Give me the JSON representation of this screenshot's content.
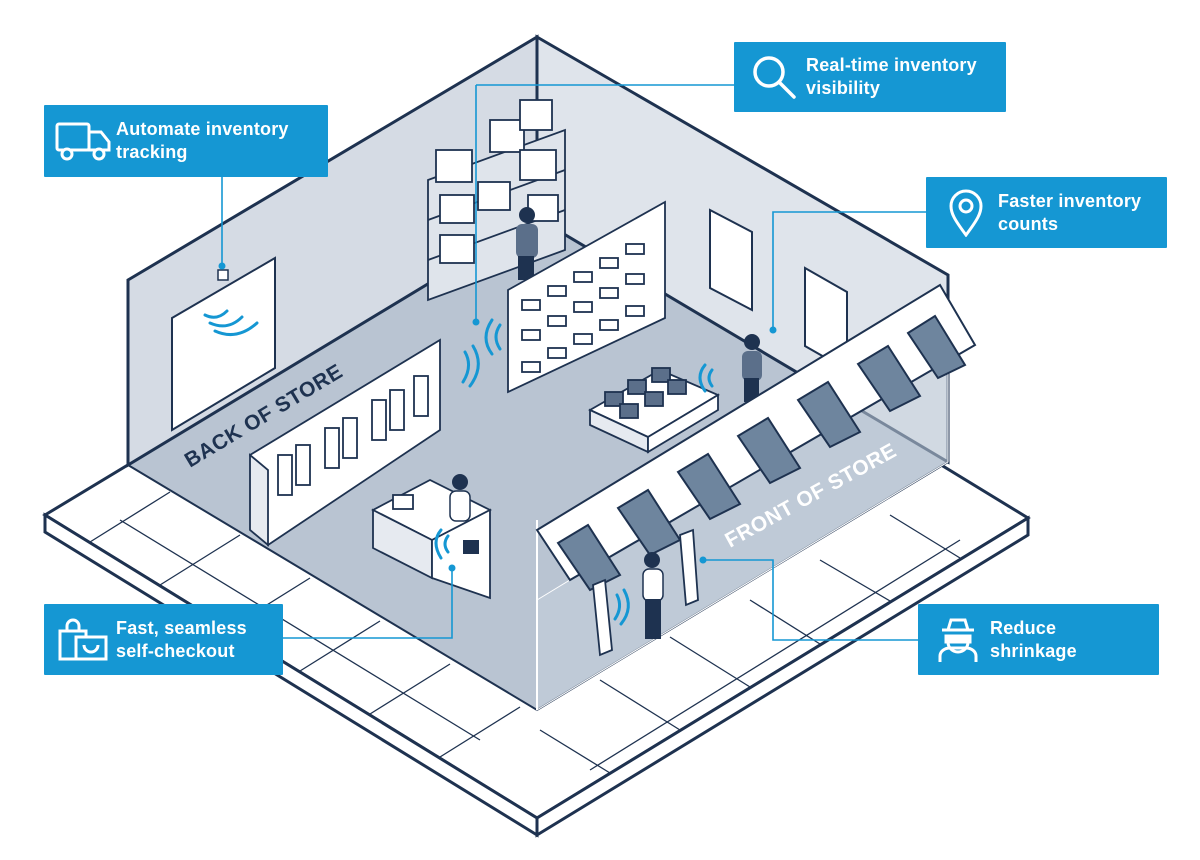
{
  "zones": {
    "back": "BACK OF STORE",
    "front": "FRONT OF STORE"
  },
  "callouts": {
    "tracking": {
      "line1": "Automate inventory",
      "line2": "tracking",
      "icon": "truck-icon"
    },
    "visibility": {
      "line1": "Real-time inventory",
      "line2": "visibility",
      "icon": "magnifier-icon"
    },
    "counts": {
      "line1": "Faster inventory",
      "line2": "counts",
      "icon": "location-pin-icon"
    },
    "checkout": {
      "line1": "Fast, seamless",
      "line2": "self-checkout",
      "icon": "shopping-bags-icon"
    },
    "shrinkage": {
      "line1": "Reduce",
      "line2": "shrinkage",
      "icon": "thief-icon"
    }
  },
  "colors": {
    "accent": "#1597d3",
    "outline": "#1e3250",
    "wall": "#d5dbe4",
    "floor": "#b9c4d2",
    "awning_dark": "#6e859e"
  }
}
